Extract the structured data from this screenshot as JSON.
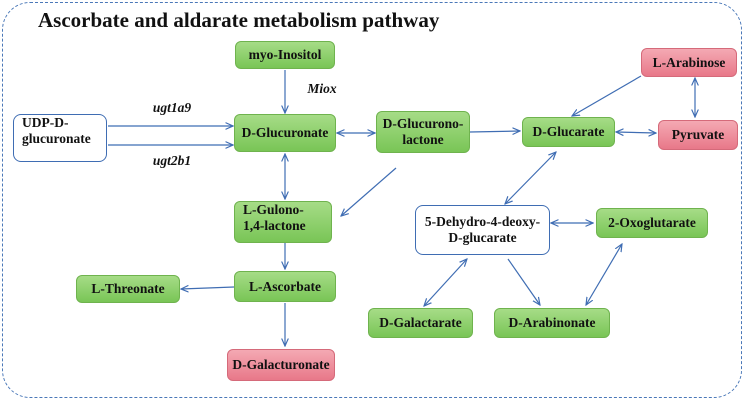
{
  "title": "Ascorbate and aldarate metabolism pathway",
  "nodes": {
    "myo_inositol": "myo-Inositol",
    "miox": "Miox",
    "ugt1a9": "ugt1a9",
    "ugt2b1": "ugt2b1",
    "udp_line1": "UDP-D-",
    "udp_line2": "glucuronate",
    "d_glucuronate": "D-Glucuronate",
    "glucurono_line1": "D-Glucurono-",
    "glucurono_line2": "lactone",
    "d_glucarate": "D-Glucarate",
    "l_arabinose": "L-Arabinose",
    "pyruvate": "Pyruvate",
    "gulono_line1": "L-Gulono-",
    "gulono_line2": "1,4-lactone",
    "dehydro_line1": "5-Dehydro-4-deoxy-",
    "dehydro_line2": "D-glucarate",
    "oxoglutarate": "2-Oxoglutarate",
    "l_threonate": "L-Threonate",
    "l_ascorbate": "L-Ascorbate",
    "d_galactarate": "D-Galactarate",
    "d_arabinonate": "D-Arabinonate",
    "d_galacturonate": "D-Galacturonate"
  },
  "colors": {
    "metabolite": "#79c556",
    "highlight": "#e87889",
    "arrow": "#3f6db3",
    "frame": "#4a78b8"
  }
}
